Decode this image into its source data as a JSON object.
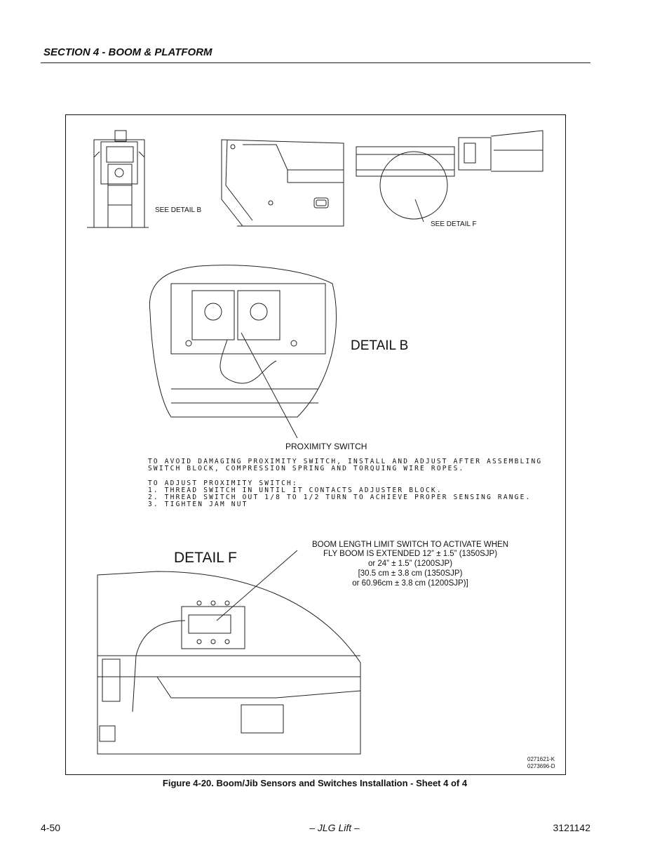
{
  "header": {
    "section_title": "SECTION 4 - BOOM & PLATFORM"
  },
  "figure": {
    "callout_detail_b": "SEE DETAIL B",
    "callout_detail_f": "SEE DETAIL F",
    "detail_b_title": "DETAIL B",
    "proximity_switch_label": "PROXIMITY SWITCH",
    "notes": [
      "TO AVOID DAMAGING PROXIMITY SWITCH, INSTALL AND ADJUST AFTER ASSEMBLING",
      "SWITCH BLOCK, COMPRESSION SPRING AND TORQUING WIRE ROPES.",
      "TO ADJUST PROXIMITY SWITCH:",
      "1. THREAD SWITCH IN UNTIL IT CONTACTS ADJUSTER BLOCK.",
      "2. THREAD SWITCH OUT 1/8 TO 1/2 TURN TO ACHIEVE PROPER SENSING RANGE.",
      "3. TIGHTEN JAM NUT"
    ],
    "detail_f_title": "DETAIL F",
    "detail_f_notes": [
      "BOOM LENGTH LIMIT SWITCH TO ACTIVATE WHEN",
      "FLY BOOM IS EXTENDED 12” ± 1.5” (1350SJP)",
      "or 24” ± 1.5” (1200SJP)",
      "[30.5 cm ± 3.8 cm (1350SJP)",
      "or 60.96cm ± 3.8 cm (1200SJP)]"
    ],
    "drawing_numbers": [
      "0271621-K",
      "0273696-D"
    ]
  },
  "caption": "Figure 4-20.  Boom/Jib Sensors and Switches Installation - Sheet 4 of 4",
  "footer": {
    "page_number": "4-50",
    "center": "– JLG Lift –",
    "doc_number": "3121142"
  }
}
